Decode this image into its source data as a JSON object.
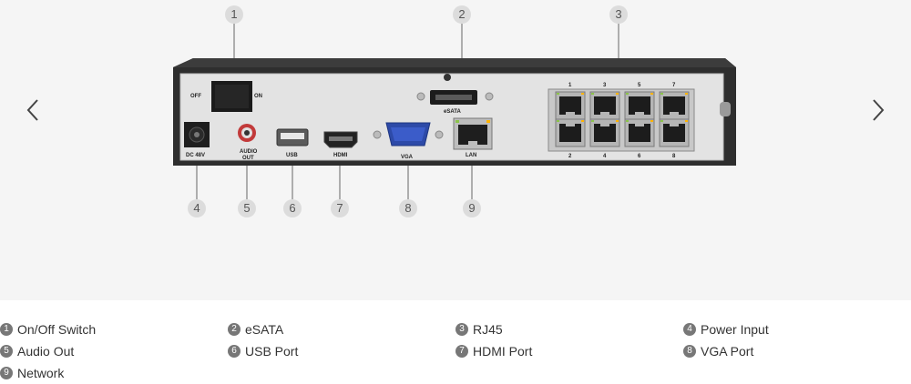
{
  "device_labels": {
    "off": "OFF",
    "on": "ON",
    "esata": "eSATA",
    "audio_out_line1": "AUDIO",
    "audio_out_line2": "OUT",
    "usb": "USB",
    "hdmi": "HDMI",
    "vga": "VGA",
    "lan": "LAN",
    "dc": "DC 48V",
    "poe_top": [
      "1",
      "3",
      "5",
      "7"
    ],
    "poe_bottom": [
      "2",
      "4",
      "6",
      "8"
    ]
  },
  "callouts": [
    "1",
    "2",
    "3",
    "4",
    "5",
    "6",
    "7",
    "8",
    "9"
  ],
  "legend": [
    {
      "num": "1",
      "label": "On/Off Switch"
    },
    {
      "num": "2",
      "label": "eSATA"
    },
    {
      "num": "3",
      "label": "RJ45"
    },
    {
      "num": "4",
      "label": "Power Input"
    },
    {
      "num": "5",
      "label": "Audio Out"
    },
    {
      "num": "6",
      "label": "USB Port"
    },
    {
      "num": "7",
      "label": "HDMI Port"
    },
    {
      "num": "8",
      "label": "VGA Port"
    },
    {
      "num": "9",
      "label": "Network"
    }
  ],
  "icons": {
    "prev": "chevron-left-icon",
    "next": "chevron-right-icon"
  }
}
